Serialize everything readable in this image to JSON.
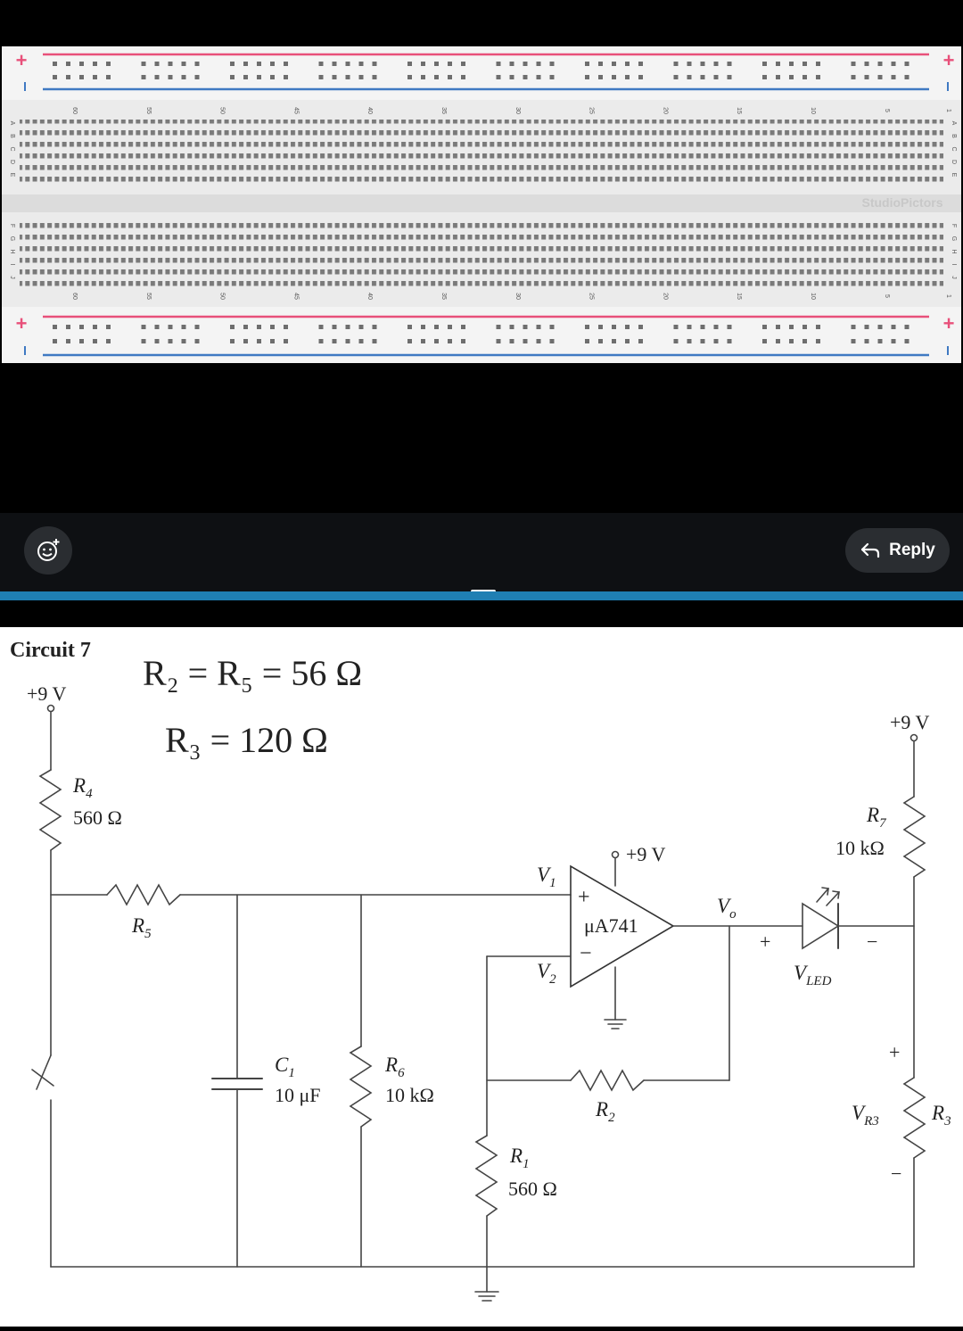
{
  "breadboard": {
    "top_column_numbers": [
      "60",
      "55",
      "50",
      "45",
      "40",
      "35",
      "30",
      "25",
      "20",
      "15",
      "10",
      "5",
      "1"
    ],
    "bottom_column_numbers": [
      "60",
      "55",
      "50",
      "45",
      "40",
      "35",
      "30",
      "25",
      "20",
      "15",
      "10",
      "5",
      "1"
    ],
    "rows_top": [
      "A",
      "B",
      "C",
      "D",
      "E"
    ],
    "rows_bottom": [
      "F",
      "G",
      "H",
      "I",
      "J"
    ],
    "rail_plus": "+",
    "rail_minus": "-",
    "watermark": "StudioPictors"
  },
  "message_bar": {
    "emoji_icon": "add-reaction-icon",
    "reply_icon": "reply-arrow-icon",
    "reply_label": "Reply"
  },
  "colors": {
    "rail_red": "#e8507a",
    "rail_blue": "#3f79c2",
    "accent_blue": "#1f7fb3"
  },
  "circuit": {
    "title": "Circuit 7",
    "note_line1": "R₂ = R₅ = 56 Ω",
    "note_line2": "R₃ = 120 Ω",
    "vsupply_left": "+9 V",
    "vsupply_right": "+9 V",
    "vsupply_opamp": "+9 V",
    "r4_name": "R",
    "r4_sub": "4",
    "r4_value": "560 Ω",
    "r5_name": "R",
    "r5_sub": "5",
    "c1_name": "C",
    "c1_sub": "1",
    "c1_value": "10 μF",
    "r6_name": "R",
    "r6_sub": "6",
    "r6_value": "10 kΩ",
    "r1_name": "R",
    "r1_sub": "1",
    "r1_value": "560 Ω",
    "r2_name": "R",
    "r2_sub": "2",
    "r7_name": "R",
    "r7_sub": "7",
    "r7_value": "10 kΩ",
    "r3_name": "R",
    "r3_sub": "3",
    "v1_name": "V",
    "v1_sub": "1",
    "v2_name": "V",
    "v2_sub": "2",
    "vo_name": "V",
    "vo_sub": "o",
    "vled_name": "V",
    "vled_sub": "LED",
    "vr3_name": "V",
    "vr3_sub": "R3",
    "opamp_label": "μA741",
    "plus": "+",
    "minus": "−"
  }
}
